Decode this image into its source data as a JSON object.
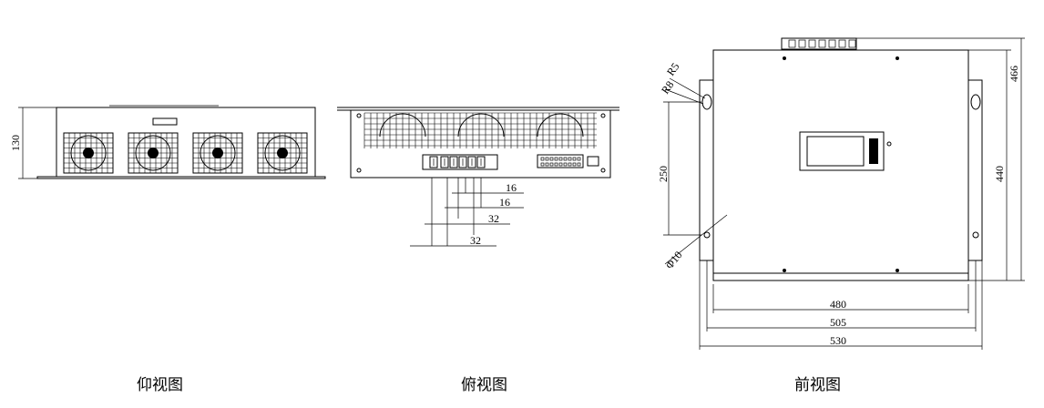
{
  "views": {
    "bottom": {
      "caption": "仰视图",
      "height_dim": "130"
    },
    "top": {
      "caption": "俯视图",
      "dims": [
        "16",
        "16",
        "32",
        "32"
      ]
    },
    "front": {
      "caption": "前视图",
      "dims": {
        "r5": "R5",
        "r8": "R8",
        "d250": "250",
        "phi10": "Φ10",
        "d440": "440",
        "d466": "466",
        "d480": "480",
        "d505": "505",
        "d530": "530"
      }
    }
  }
}
